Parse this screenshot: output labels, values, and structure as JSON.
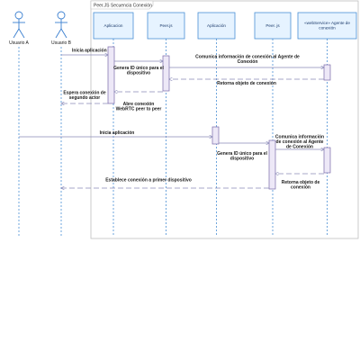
{
  "frame": {
    "title": "Peer.JS Secuencia Conexión"
  },
  "actors": [
    {
      "id": "usuario_a",
      "label": "Usuario A"
    },
    {
      "id": "usuario_b",
      "label": "Usuario B"
    }
  ],
  "lifelines": [
    {
      "id": "aplicacion_1",
      "label": "Aplicacion"
    },
    {
      "id": "peerjs_1",
      "label": "Peer.js"
    },
    {
      "id": "aplicacion_2",
      "label": "Aplicación"
    },
    {
      "id": "peerjs_2",
      "label": "Peer. js"
    },
    {
      "id": "webservice",
      "label_line1": "«webService» Agente de",
      "label_line2": "conexión"
    }
  ],
  "messages": {
    "m1": "Inicia aplicación",
    "m2_line1": "Genera ID único para el",
    "m2_line2": "dispositivo",
    "m3_line1": "Comunica información de conexión al Agente de",
    "m3_line2": "Conexión",
    "m4": "Retorna objeto de conexión",
    "m5_line1": "Espera conexión de",
    "m5_line2": "segundo actor",
    "m6_line1": "Abre conexión",
    "m6_line2": "WebRTC peer to peer",
    "m7": "Inicia aplicación",
    "m8_line1": "Genera ID único para el",
    "m8_line2": "dispositivo",
    "m9_line1": "Comunica información",
    "m9_line2": "de conexión al Agente",
    "m9_line3": "de Conexión",
    "m10_line1": "Retorna objeto de",
    "m10_line2": "conexión",
    "m11": "Establece conexión a primer dispositivo"
  },
  "colors": {
    "line": "#8a8ab8",
    "box_fill": "#e6f3ff",
    "box_stroke": "#4a8fd4",
    "activation_fill": "#ede8f7",
    "activation_stroke": "#7a6aa8",
    "actor": "#3a7fd0",
    "frame": "#bfbfbf"
  }
}
